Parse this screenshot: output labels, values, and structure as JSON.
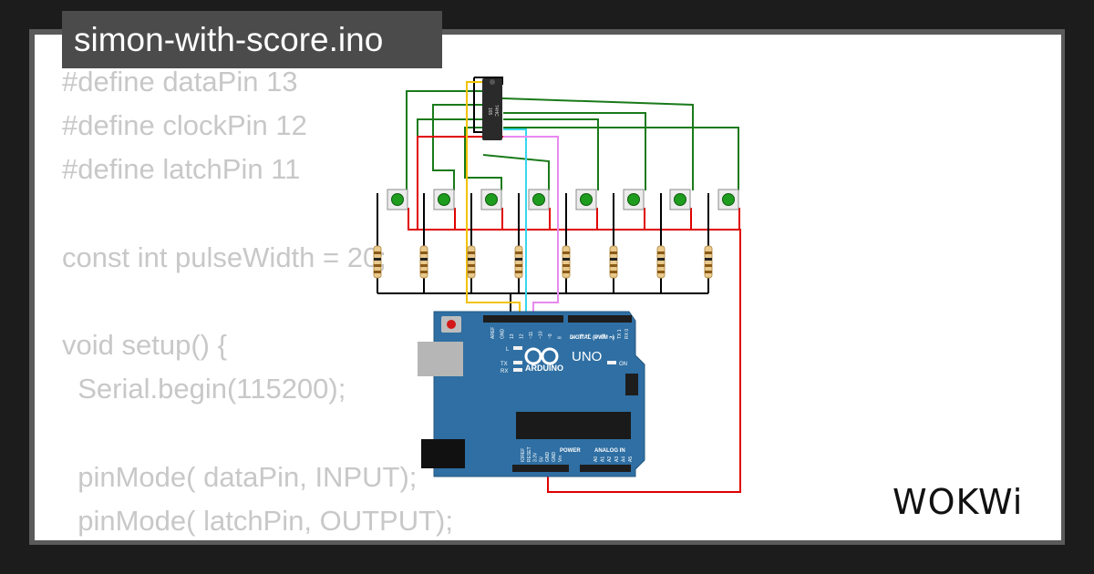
{
  "project": {
    "title": "simon-with-score.ino"
  },
  "code": {
    "lines": [
      "#define dataPin 13",
      "#define clockPin 12",
      "#define latchPin 11",
      "",
      "const int pulseWidth = 20;",
      "",
      "void setup() {",
      "  Serial.begin(115200);",
      "",
      "  pinMode( dataPin, INPUT);",
      "  pinMode( latchPin, OUTPUT);"
    ]
  },
  "circuit": {
    "chip_label_1": "74HC",
    "chip_label_2": "165",
    "board_brand": "ARDUINO",
    "board_model": "UNO",
    "digital_header": "DIGITAL (PWM ~)",
    "power_header": "POWER",
    "analog_header": "ANALOG IN",
    "led_l": "L",
    "led_tx": "TX",
    "led_rx": "RX",
    "led_on": "ON",
    "pins_digital": [
      "AREF",
      "GND",
      "13",
      "12",
      "~11",
      "~10",
      "~9",
      "8",
      "7",
      "~6",
      "~5",
      "4",
      "~3",
      "2",
      "TX 1",
      "RX 0"
    ],
    "pins_power": [
      "IOREF",
      "RESET",
      "3.3V",
      "5V",
      "GND",
      "GND",
      "Vin"
    ],
    "pins_analog": [
      "A0",
      "A1",
      "A2",
      "A3",
      "A4",
      "A5"
    ],
    "button_count": 8,
    "resistor_count": 8,
    "colors": {
      "board": "#2f6fa3",
      "wire_red": "#e00000",
      "wire_green": "#1a7a1a",
      "wire_black": "#000000",
      "wire_yellow": "#f2c200",
      "wire_cyan": "#36d6f0",
      "wire_pink": "#e88af0",
      "button_cap": "#1e9c1e"
    }
  },
  "brand": {
    "logo_text": "WOKWi"
  }
}
